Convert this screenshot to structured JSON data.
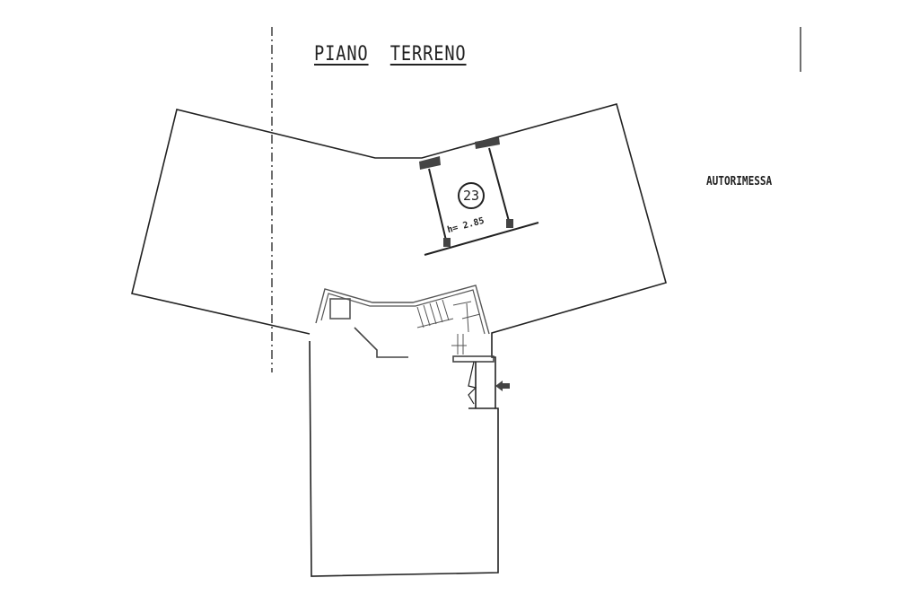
{
  "title": {
    "word1": "PIANO",
    "word2": "TERRENO"
  },
  "area_label": "AUTORIMESSA",
  "unit_number": "23",
  "height_label": "h= 2.85",
  "line_color": "#222222"
}
